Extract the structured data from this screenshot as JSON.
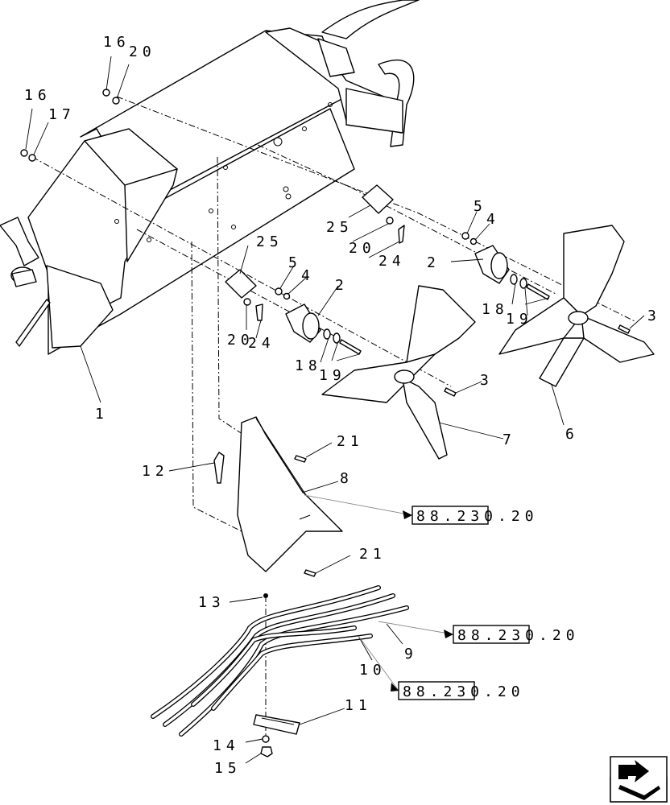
{
  "callouts": {
    "c1": "1",
    "c2a": "2",
    "c2b": "2",
    "c3a": "3",
    "c3b": "3",
    "c4a": "4",
    "c4b": "4",
    "c5a": "5",
    "c5b": "5",
    "c6": "6",
    "c7": "7",
    "c8": "8",
    "c9": "9",
    "c10": "10",
    "c11": "11",
    "c12": "12",
    "c13": "13",
    "c14": "14",
    "c15": "15",
    "c16a": "16",
    "c16b": "16",
    "c17": "17",
    "c18a": "18",
    "c18b": "18",
    "c19a": "19",
    "c19b": "19",
    "c20a": "20",
    "c20b": "20",
    "c20c": "20",
    "c21a": "21",
    "c21b": "21",
    "c24a": "24",
    "c24b": "24",
    "c25a": "25",
    "c25b": "25"
  },
  "references": {
    "ref1": "88.230.20",
    "ref2": "88.230.20",
    "ref3": "88.230.20"
  },
  "navigation": {
    "icon": "return-arrow-icon"
  }
}
